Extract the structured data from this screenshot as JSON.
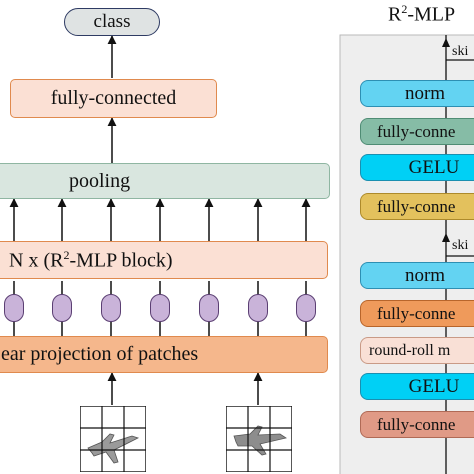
{
  "left": {
    "class_label": "class",
    "fully_connected_label": "fully-connected",
    "pooling_label": "pooling",
    "block_prefix": "N x (R",
    "block_sup": "2",
    "block_suffix": "-MLP block)",
    "projection_label": "ear projection of patches"
  },
  "right": {
    "title_prefix": "R",
    "title_sup": "2",
    "title_suffix": "-MLP",
    "skip_top": "ski",
    "skip_mid": "ski",
    "layers": [
      {
        "label": "norm",
        "color": "#63d3f2"
      },
      {
        "label": "fully-conne",
        "color": "#86bca6"
      },
      {
        "label": "GELU",
        "color": "#00d0f5"
      },
      {
        "label": "fully-conne",
        "color": "#e3c15d"
      },
      {
        "label": "norm",
        "color": "#63d3f2"
      },
      {
        "label": "fully-conne",
        "color": "#ef9a5b"
      },
      {
        "label": "round-roll m",
        "color": "#f9e0d6"
      },
      {
        "label": "GELU",
        "color": "#00d0f5"
      },
      {
        "label": "fully-conne",
        "color": "#e09a86"
      }
    ]
  },
  "colors": {
    "class_fill": "#dfe3e3",
    "class_border": "#2e3b63",
    "peach": "#fbe0d4",
    "orange_border": "#e08a4e",
    "pooling_fill": "#d9e6df",
    "projection_fill": "#f5b78c",
    "token_fill": "#c9b3d9",
    "token_border": "#5b3f73",
    "panel_fill": "#eeeeee"
  },
  "icons": [
    "airplane-patch-image",
    "airplane-patch-image"
  ]
}
